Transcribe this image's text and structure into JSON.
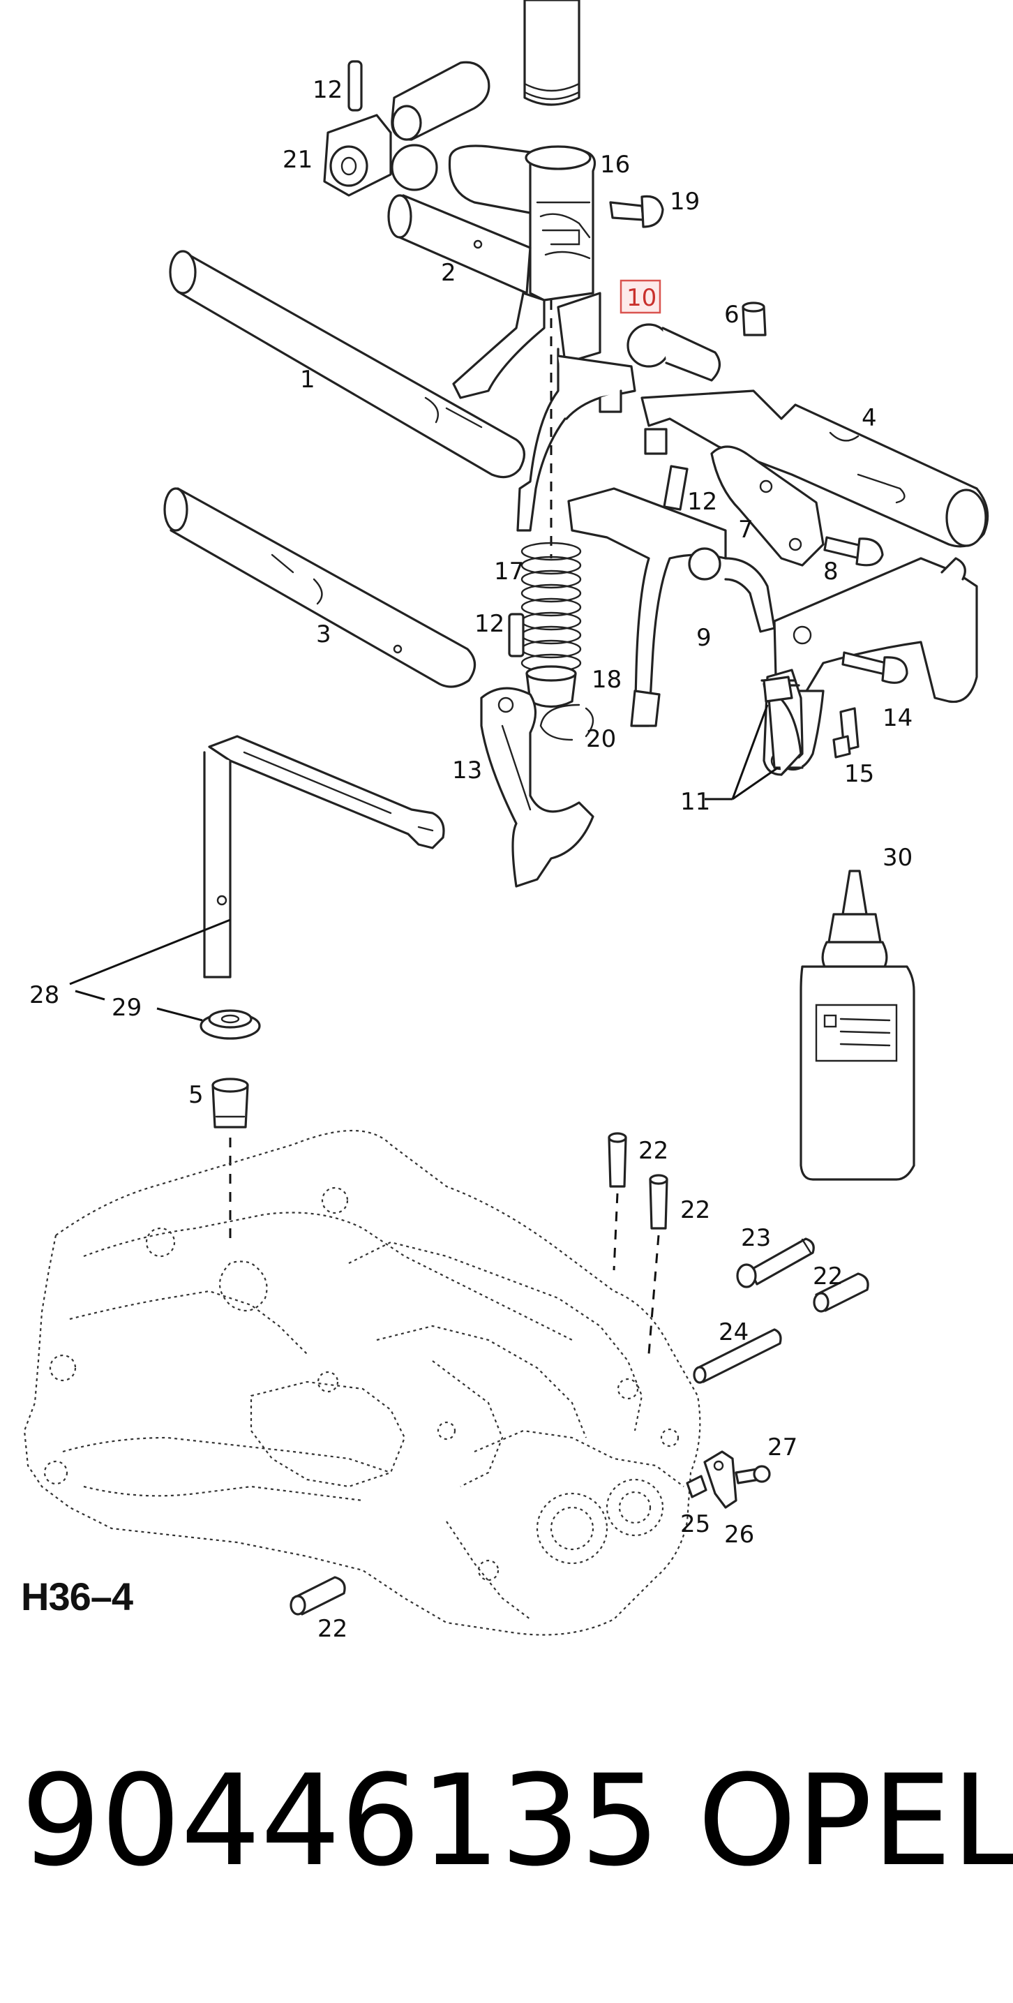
{
  "diagram": {
    "reference_code": "H36–4",
    "highlighted_label": "10",
    "part_number": "90446135",
    "brand": "OPEL",
    "labels": {
      "l1": "1",
      "l2": "2",
      "l3": "3",
      "l4": "4",
      "l5": "5",
      "l6": "6",
      "l7": "7",
      "l8": "8",
      "l9": "9",
      "l11": "11",
      "l12a": "12",
      "l12b": "12",
      "l12c": "12",
      "l13": "13",
      "l14": "14",
      "l15": "15",
      "l16": "16",
      "l17": "17",
      "l18": "18",
      "l19": "19",
      "l20": "20",
      "l21": "21",
      "l22a": "22",
      "l22b": "22",
      "l22c": "22",
      "l22d": "22",
      "l23": "23",
      "l24": "24",
      "l25": "25",
      "l26": "26",
      "l27": "27",
      "l28": "28",
      "l29": "29",
      "l30": "30"
    }
  }
}
